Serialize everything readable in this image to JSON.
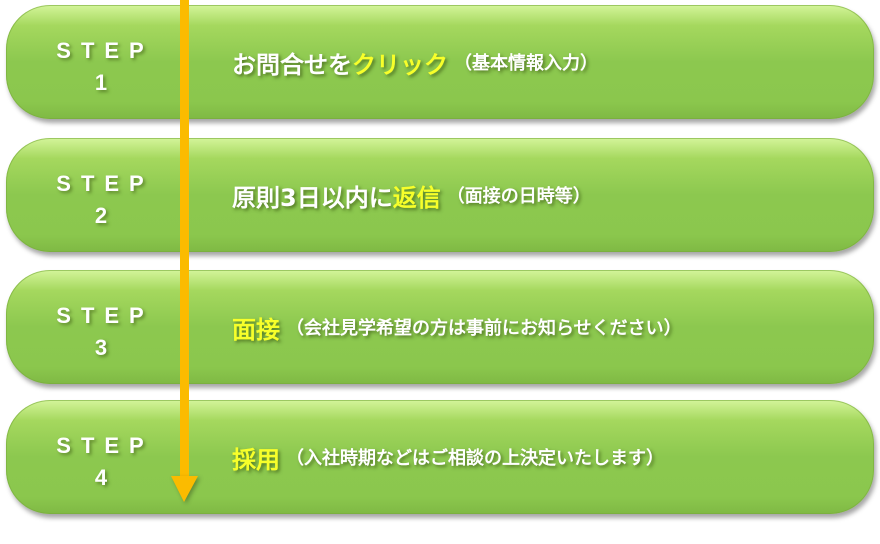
{
  "diagram": {
    "type": "process-steps",
    "colors": {
      "step_green": "#8bc74d",
      "highlight_yellow": "#f7ff2a",
      "arrow_orange": "#fbbb00",
      "text_white": "#ffffff"
    },
    "steps": [
      {
        "label_word": "STEP",
        "label_num": "1",
        "prefix": "お問合せを",
        "highlight": "クリック",
        "suffix": "",
        "note": "（基本情報入力）"
      },
      {
        "label_word": "STEP",
        "label_num": "2",
        "prefix": "原則3日以内に",
        "highlight": "返信",
        "suffix": "",
        "note": "（面接の日時等）"
      },
      {
        "label_word": "STEP",
        "label_num": "3",
        "prefix": "",
        "highlight": "面接",
        "suffix": "",
        "note": "（会社見学希望の方は事前にお知らせください）"
      },
      {
        "label_word": "STEP",
        "label_num": "4",
        "prefix": "",
        "highlight": "採用",
        "suffix": "",
        "note": "（入社時期などはご相談の上決定いたします）"
      }
    ]
  }
}
